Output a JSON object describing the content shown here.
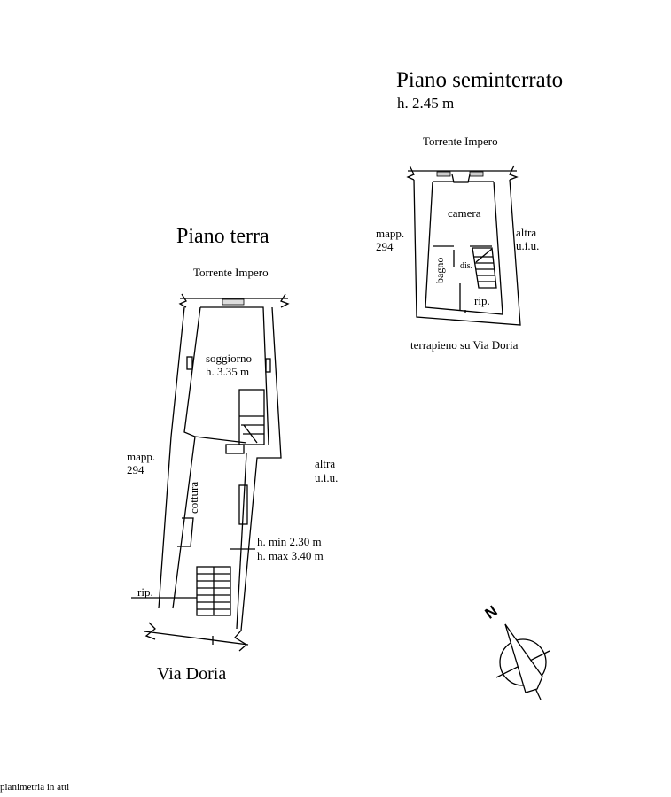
{
  "semi_basement": {
    "title": "Piano seminterrato",
    "height": "h. 2.45 m",
    "north_label": "Torrente Impero",
    "west_label_1": "mapp.",
    "west_label_2": "294",
    "east_label_1": "altra",
    "east_label_2": "u.i.u.",
    "south_label": "terrapieno su Via Doria",
    "rooms": {
      "camera": "camera",
      "bagno": "bagno",
      "dis": "dis.",
      "rip": "rip."
    }
  },
  "ground_floor": {
    "title": "Piano terra",
    "north_label": "Torrente Impero",
    "west_label_1": "mapp.",
    "west_label_2": "294",
    "east_label_1": "altra",
    "east_label_2": "u.i.u.",
    "street_label": "Via Doria",
    "rooms": {
      "soggiorno": "soggiorno",
      "soggiorno_height": "h. 3.35 m",
      "cottura": "cottura",
      "rip": "rip."
    },
    "height_min": "h. min 2.30 m",
    "height_max": "h. max 3.40 m"
  },
  "compass": {
    "label": "N"
  },
  "footer": "planimetria in atti"
}
